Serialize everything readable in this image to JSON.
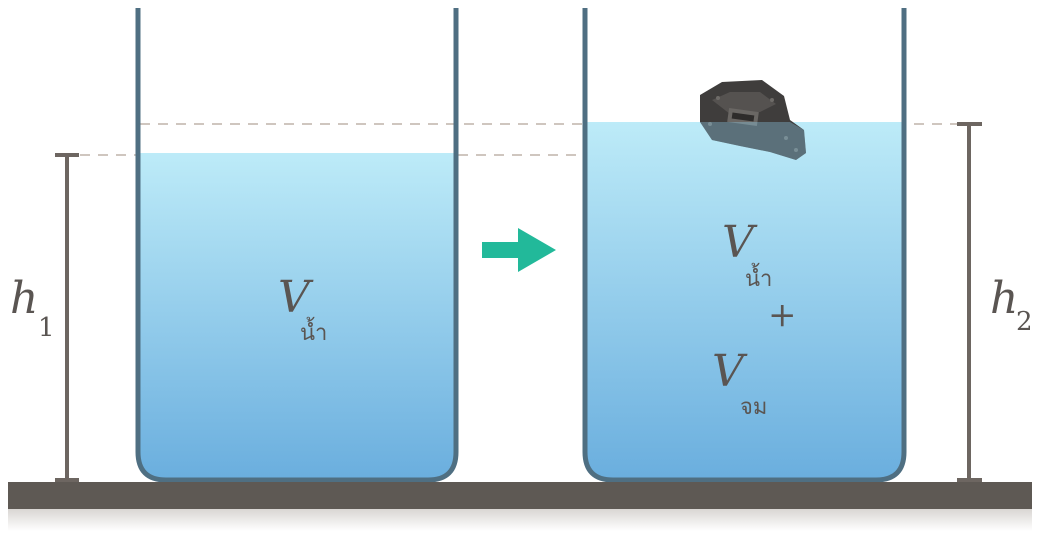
{
  "colors": {
    "water_top": "#bdebf8",
    "water_bottom": "#6aaede",
    "beaker_stroke": "#4f6f82",
    "ruler": "#6d6661",
    "table": "#5e5954",
    "arrow": "#22b99a",
    "dashed": "#cfc6bf",
    "rock": "#3f3d3c",
    "text": "#5a5552"
  },
  "labels": {
    "h1_letter": "h",
    "h1_sub": "1",
    "h2_letter": "h",
    "h2_sub": "2",
    "v_letter": "V",
    "water_sub": "น้ำ",
    "plus": "+",
    "v2_letter": "V",
    "submerged_sub": "จม"
  },
  "icons": {
    "arrow": "arrow-right-icon",
    "rock": "rock-icon"
  }
}
